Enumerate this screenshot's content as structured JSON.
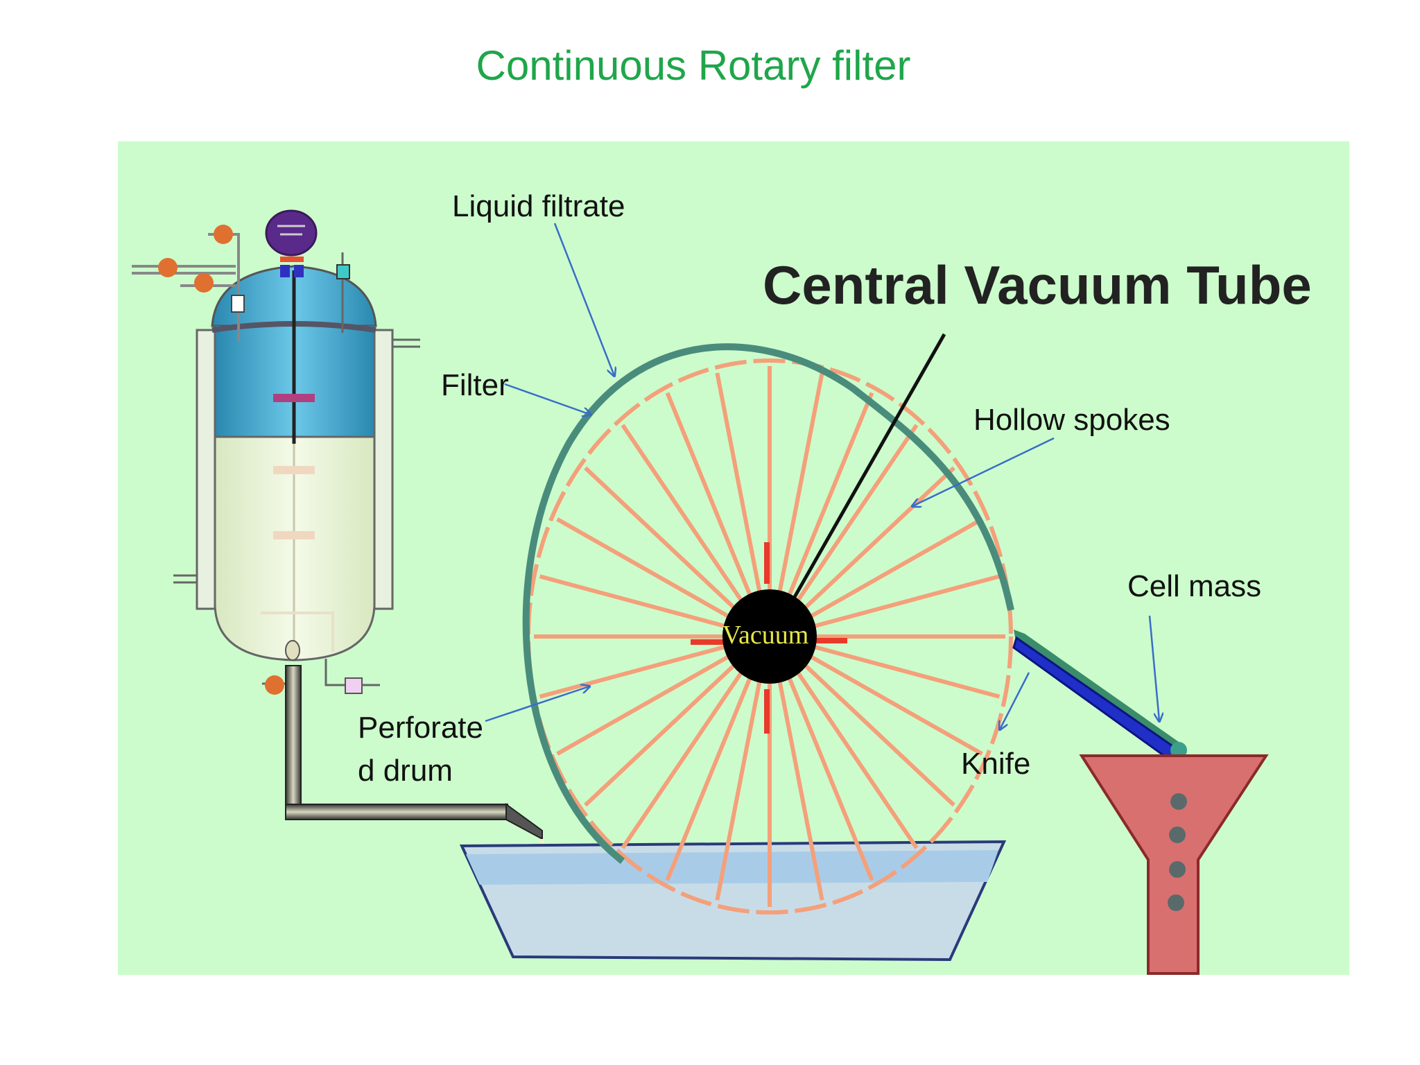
{
  "title": "Continuous Rotary filter",
  "labels": {
    "liquid_filtrate": "Liquid filtrate",
    "filter": "Filter",
    "central_vacuum_tube": "Central Vacuum Tube",
    "hollow_spokes": "Hollow spokes",
    "cell_mass": "Cell mass",
    "perforated_drum_line1": "Perforate",
    "perforated_drum_line2": "d drum",
    "knife": "Knife",
    "vacuum": "Vacuum"
  },
  "colors": {
    "title": "#1fa64a",
    "background_panel": "#ccfccc",
    "spokes": "#f4a07a",
    "drum_rim": "#4a8c7c",
    "arrows": "#3a6cc8",
    "knife": "#1f2fc8",
    "hopper": "#d97070",
    "trough": "#a8cce8",
    "vessel_top": "#3aa0c8",
    "vessel_liquid": "#e8f4d4"
  },
  "icons": {
    "vessel": "fermenter-vessel-icon",
    "motor": "motor-icon",
    "hopper": "collection-hopper-icon"
  }
}
